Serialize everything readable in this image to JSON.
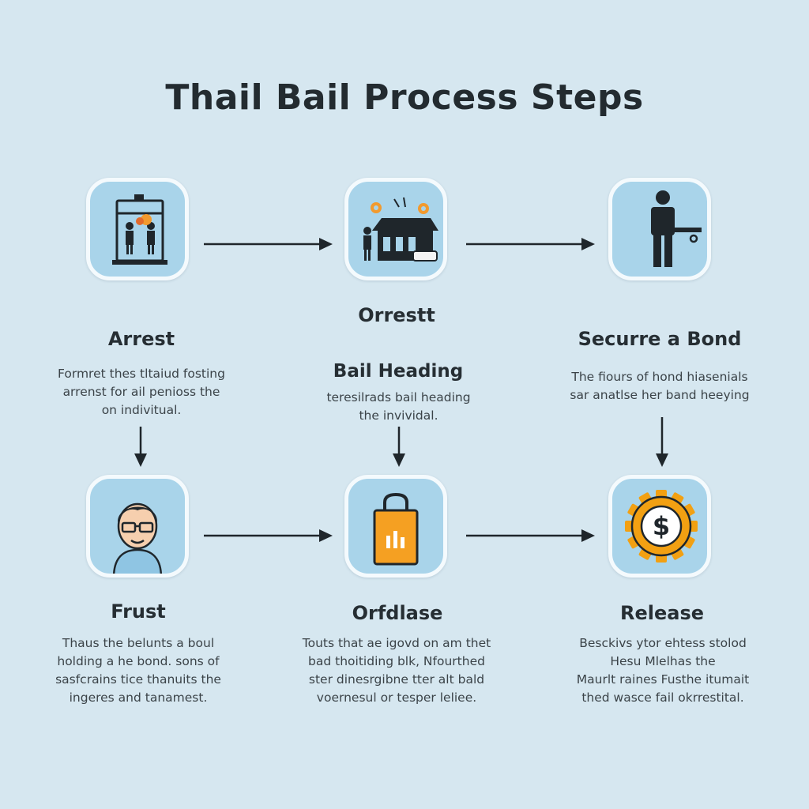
{
  "title": "Thail Bail Process Steps",
  "steps": [
    {
      "label": "Arrest",
      "icon": "jail-cell-icon",
      "desc": [
        "Formret thes tltaiud fosting",
        "arrenst for ail penioss the",
        "on indivitual."
      ]
    },
    {
      "label": "Bail Heading",
      "label_above": "Orrestt",
      "icon": "courthouse-icon",
      "desc": [
        "teresilrads bail heading",
        "the invividal."
      ]
    },
    {
      "label": "Securre a Bond",
      "icon": "person-with-key-icon",
      "desc": [
        "The fiours of hond hiasenials",
        "sar anatlse her band heeying"
      ]
    },
    {
      "label": "Frust",
      "icon": "person-avatar-icon",
      "desc": [
        "Thaus the belunts a boul",
        "holding a he bond. sons of",
        "sasfcrains tice thanuits the",
        "ingeres and tanamest."
      ]
    },
    {
      "label": "Orfdlase",
      "icon": "shopping-bag-icon",
      "desc": [
        "Touts that ae igovd on am thet",
        "bad thoitiding blk, Nfourthed",
        "ster dinesrgibne tter alt bald",
        "voernesul or tesper leliee."
      ]
    },
    {
      "label": "Release",
      "icon": "dollar-gear-icon",
      "desc": [
        "Besckivs ytor ehtess stolod",
        "Hesu Mlelhas the",
        "Maurlt raines Fusthe itumait",
        "thed wasce fail okrrestital."
      ]
    }
  ],
  "colors": {
    "background": "#d6e7f0",
    "tile": "#a9d4ea",
    "tile_border": "#f4fafd",
    "accent_orange": "#f29a2e",
    "ink": "#232b30"
  }
}
